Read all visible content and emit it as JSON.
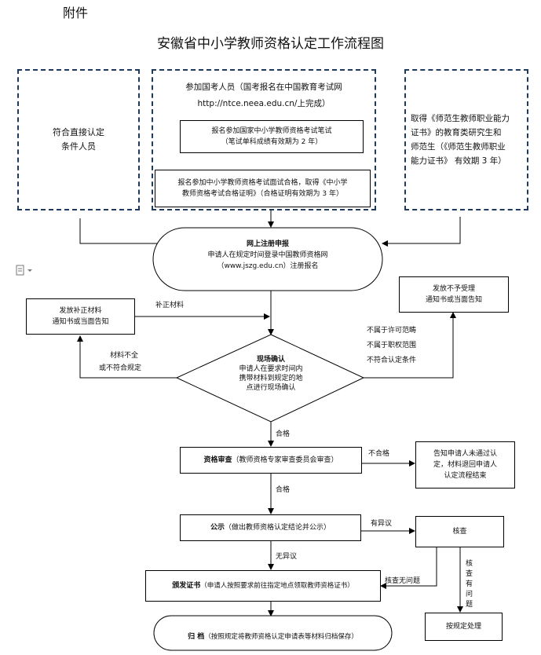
{
  "doc": {
    "attachment": "附件",
    "title": "安徽省中小学教师资格认定工作流程图"
  },
  "boxes": {
    "direct": {
      "line1": "符合直接认定",
      "line2": "条件人员"
    },
    "exam_group": {
      "header1": "参加国考人员（国考报名在中国教育考试网",
      "header2": "http://ntce.neea.edu.cn/上完成）",
      "written1": "报名参加国家中小学教师资格考试笔试",
      "written2": "（笔试单科成绩有效期为 2 年）",
      "interview1": "报名参加中小学教师资格考试面试合格，取得《中小学",
      "interview2": "教师资格考试合格证明》（合格证明有效期为 3 年）"
    },
    "normal": {
      "line1": "取得《师范生教师职业能力",
      "line2": "证书》的教育类研究生和",
      "line3": "师范生（《师范生教师职业",
      "line4": "能力证书》 有效期 3 年）"
    },
    "register": {
      "title": "网上注册申报",
      "line1": "申请人在规定时间登录中国教师资格网",
      "line2": "（www.jszg.edu.cn）注册报名"
    },
    "supplement": {
      "line1": "发放补正材料",
      "line2": "通知书或当面告知"
    },
    "reject": {
      "line1": "发放不予受理",
      "line2": "通知书或当面告知"
    },
    "onsite": {
      "title": "现场确认",
      "line1": "申请人在要求时间内",
      "line2": "携带材料到规定的地",
      "line3": "点进行现场确认"
    },
    "review": {
      "bold": "资格审查",
      "rest": "（教师资格专家审查委员会审查）"
    },
    "fail_notice": {
      "line1": "告知申请人未通过认",
      "line2": "定，材料退回申请人",
      "line3": "认定流程结束"
    },
    "publicity": {
      "bold": "公示",
      "rest": "（做出教师资格认定结论并公示）"
    },
    "verify": {
      "label": "核查"
    },
    "issue": {
      "bold": "颁发证书",
      "rest": "（申请人按照要求前往指定地点领取教师资格证书）"
    },
    "handle": {
      "label": "按规定处理"
    },
    "archive": {
      "bold": "归 档",
      "rest": "（按照规定将教师资格认定申请表等材料归档保存）"
    }
  },
  "labels": {
    "supplement_arrow": "补正材料",
    "incomplete1": "材料不全",
    "incomplete2": "或不符合规定",
    "reject1": "不属于许可范畴",
    "reject2": "不属于职权范围",
    "reject3": "不符合认定条件",
    "pass1": "合格",
    "fail": "不合格",
    "pass2": "合格",
    "objection": "有异议",
    "no_objection": "无异议",
    "verify_ok": "核查无问题",
    "verify_problem": "核查有问题"
  },
  "icons": {
    "doc_icon": "document-icon"
  }
}
